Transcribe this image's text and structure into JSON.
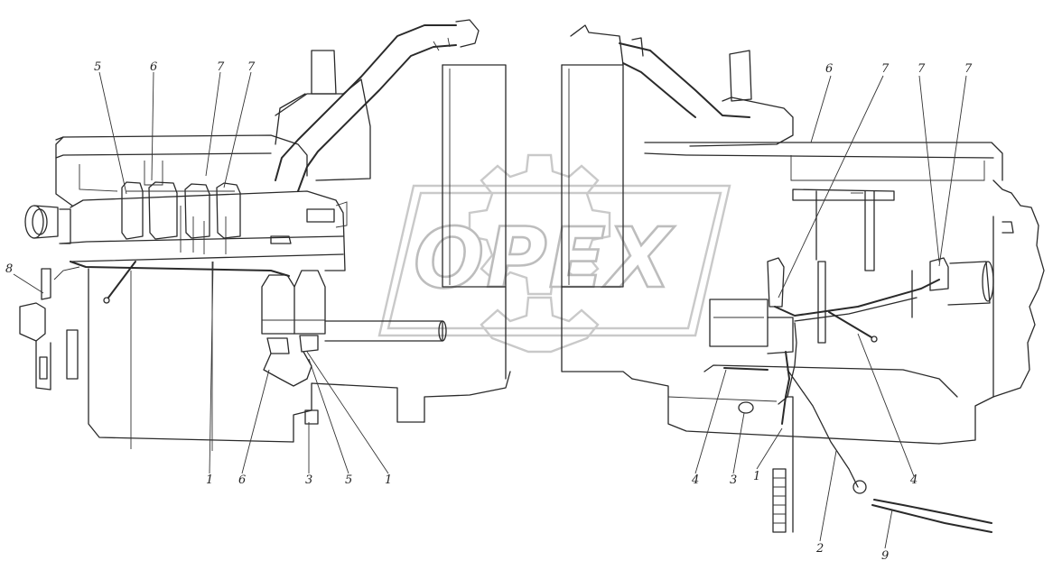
{
  "watermark": {
    "text": "OPEX"
  },
  "callouts": [
    {
      "id": "c-left-5",
      "label": "5"
    },
    {
      "id": "c-left-6",
      "label": "6"
    },
    {
      "id": "c-left-7a",
      "label": "7"
    },
    {
      "id": "c-left-7b",
      "label": "7"
    },
    {
      "id": "c-left-8",
      "label": "8"
    },
    {
      "id": "c-left-1a",
      "label": "1"
    },
    {
      "id": "c-left-6b",
      "label": "6"
    },
    {
      "id": "c-left-3",
      "label": "3"
    },
    {
      "id": "c-left-5b",
      "label": "5"
    },
    {
      "id": "c-left-1b",
      "label": "1"
    },
    {
      "id": "c-right-6",
      "label": "6"
    },
    {
      "id": "c-right-7a",
      "label": "7"
    },
    {
      "id": "c-right-7b",
      "label": "7"
    },
    {
      "id": "c-right-7c",
      "label": "7"
    },
    {
      "id": "c-right-4a",
      "label": "4"
    },
    {
      "id": "c-right-3",
      "label": "3"
    },
    {
      "id": "c-right-1",
      "label": "1"
    },
    {
      "id": "c-right-2",
      "label": "2"
    },
    {
      "id": "c-right-4b",
      "label": "4"
    },
    {
      "id": "c-right-9",
      "label": "9"
    }
  ]
}
